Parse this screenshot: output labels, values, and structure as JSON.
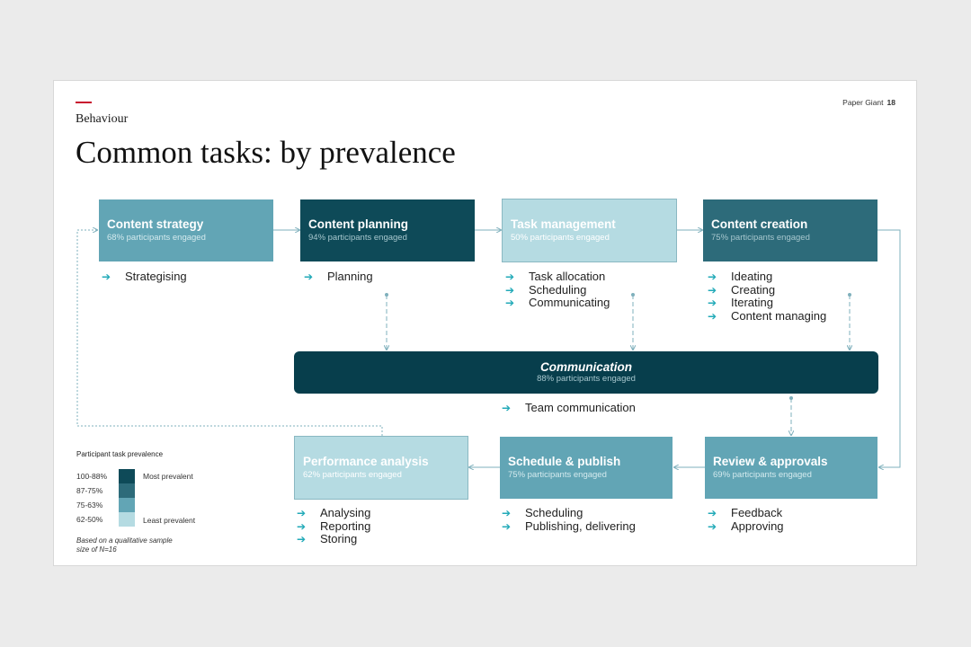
{
  "header": {
    "section": "Behaviour",
    "title": "Common tasks: by prevalence",
    "brand": "Paper Giant",
    "page_number": "18"
  },
  "colors": {
    "accent": "#c8102e",
    "tier_1": "#0e4a58",
    "tier_2": "#2d6b7a",
    "tier_3": "#62a5b5",
    "tier_4": "#b5dbe2",
    "arrow": "#22aab8",
    "connector": "#7fb0bc"
  },
  "stages": [
    {
      "name": "Content strategy",
      "engaged": "68% participants engaged",
      "tasks": [
        "Strategising"
      ]
    },
    {
      "name": "Content planning",
      "engaged": "94% participants engaged",
      "tasks": [
        "Planning"
      ]
    },
    {
      "name": "Task management",
      "engaged": "50% participants engaged",
      "tasks": [
        "Task allocation",
        "Scheduling",
        "Communicating"
      ]
    },
    {
      "name": "Content creation",
      "engaged": "75% participants engaged",
      "tasks": [
        "Ideating",
        "Creating",
        "Iterating",
        "Content managing"
      ]
    },
    {
      "name": "Review & approvals",
      "engaged": "69% participants engaged",
      "tasks": [
        "Feedback",
        "Approving"
      ]
    },
    {
      "name": "Schedule & publish",
      "engaged": "75% participants engaged",
      "tasks": [
        "Scheduling",
        "Publishing, delivering"
      ]
    },
    {
      "name": "Performance analysis",
      "engaged": "62% participants engaged",
      "tasks": [
        "Analysing",
        "Reporting",
        "Storing"
      ]
    }
  ],
  "communication": {
    "name": "Communication",
    "engaged": "88% participants engaged",
    "tasks": [
      "Team communication"
    ]
  },
  "legend": {
    "title": "Participant task prevalence",
    "ranges": [
      "100-88%",
      "87-75%",
      "75-63%",
      "62-50%"
    ],
    "most": "Most prevalent",
    "least": "Least prevalent",
    "footnote": "Based on a qualitative sample size of N=16"
  }
}
